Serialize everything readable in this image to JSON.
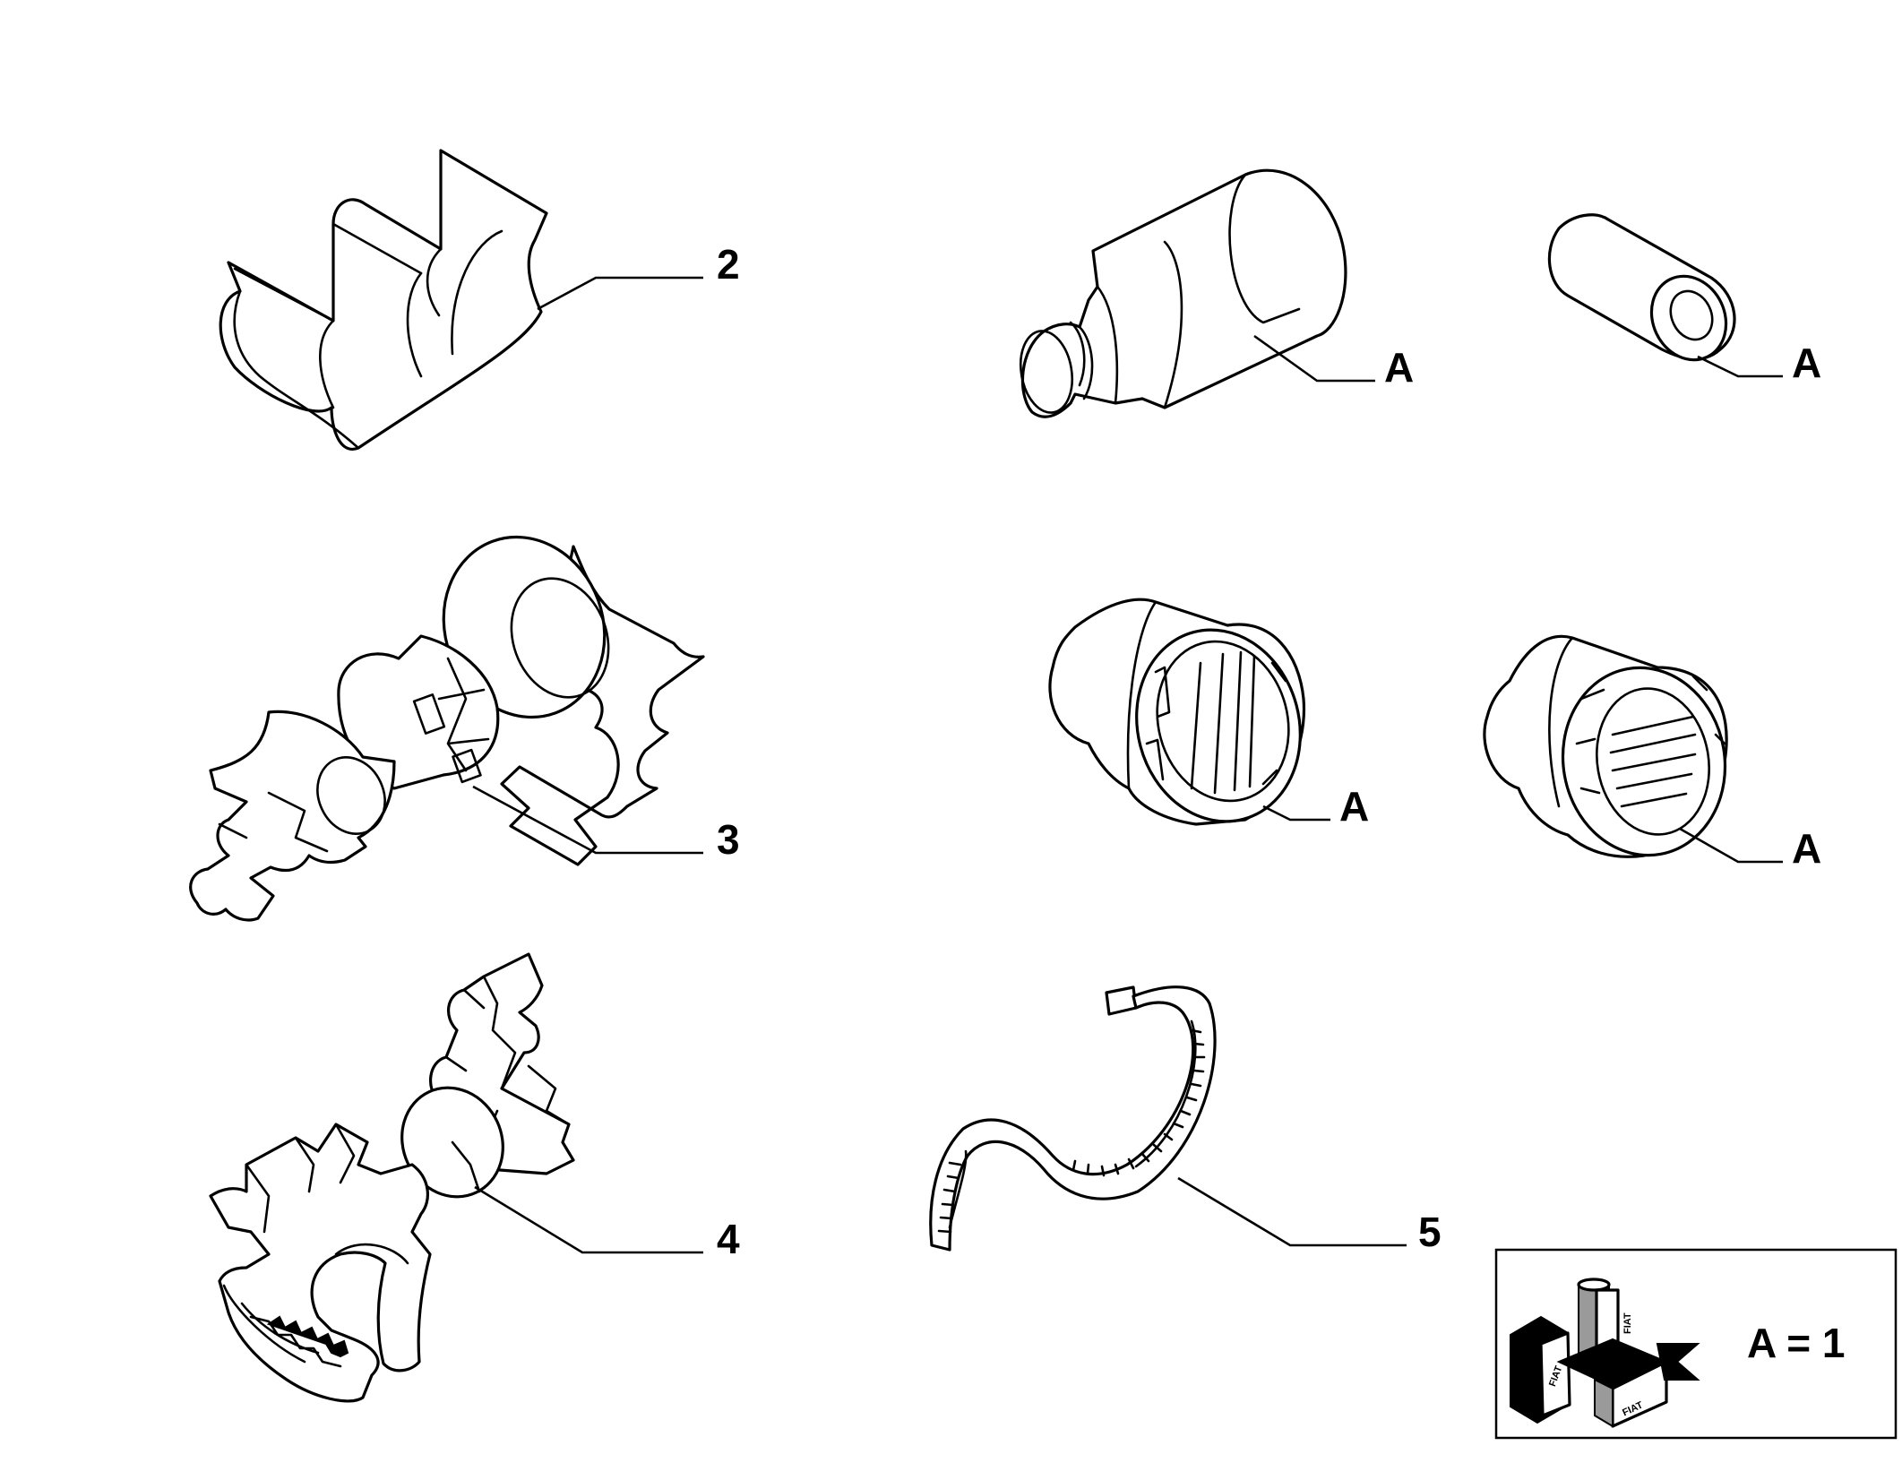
{
  "callouts": {
    "part2": "2",
    "part3": "3",
    "part4": "4",
    "part5": "5",
    "a1": "A",
    "a2": "A",
    "a3": "A",
    "a4": "A"
  },
  "legend": {
    "text": "A = 1",
    "brand": "FIAT"
  },
  "colors": {
    "line": "#000000",
    "background": "#ffffff"
  }
}
